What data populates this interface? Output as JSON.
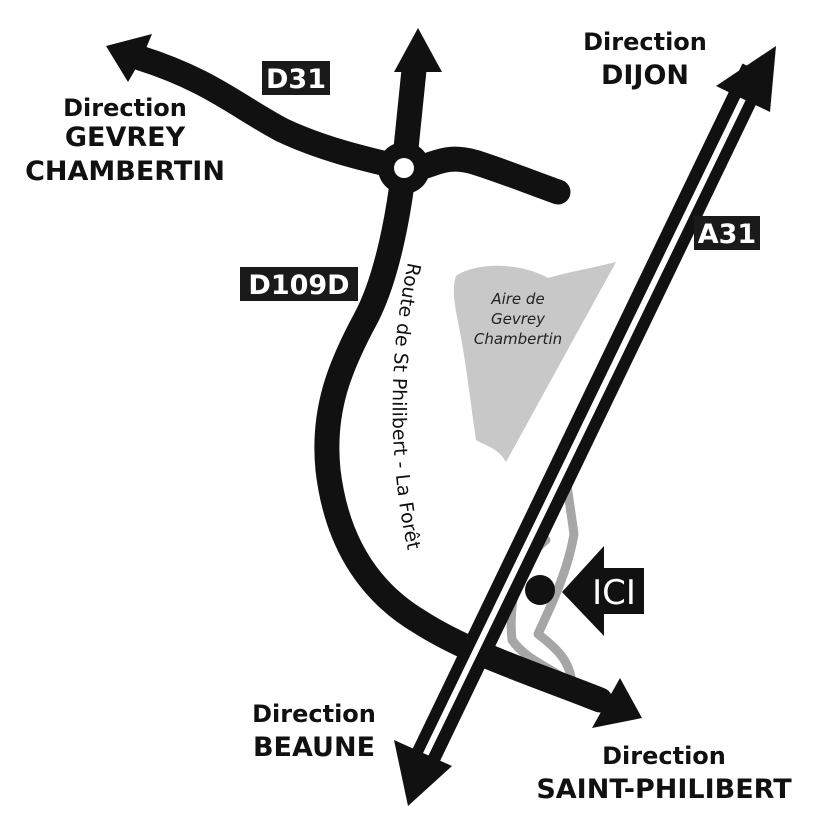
{
  "colors": {
    "road": "#111111",
    "background": "#ffffff",
    "rest_area": "#c8c8c8",
    "local_road": "#a6a6a6",
    "badge": "#1a1a1a"
  },
  "roads": {
    "d31": "D31",
    "d109d": "D109D",
    "a31": "A31",
    "route_name": "Route de St Philibert - La Forêt"
  },
  "directions": {
    "gevrey": {
      "prefix": "Direction",
      "line1": "GEVREY",
      "line2": "CHAMBERTIN"
    },
    "dijon": {
      "prefix": "Direction",
      "name": "DIJON"
    },
    "beaune": {
      "prefix": "Direction",
      "name": "BEAUNE"
    },
    "saint_philibert": {
      "prefix": "Direction",
      "name": "SAINT-PHILIBERT"
    }
  },
  "rest_area": {
    "line1": "Aire de",
    "line2": "Gevrey",
    "line3": "Chambertin"
  },
  "marker": {
    "label": "ICI",
    "icon": "location-dot-icon"
  },
  "icons": {
    "roundabout": "roundabout-icon",
    "arrows": [
      "arrow-northwest-icon",
      "arrow-north-icon",
      "arrow-northeast-icon",
      "arrow-southwest-icon",
      "arrow-southeast-icon",
      "pointer-arrow-left-icon"
    ]
  }
}
